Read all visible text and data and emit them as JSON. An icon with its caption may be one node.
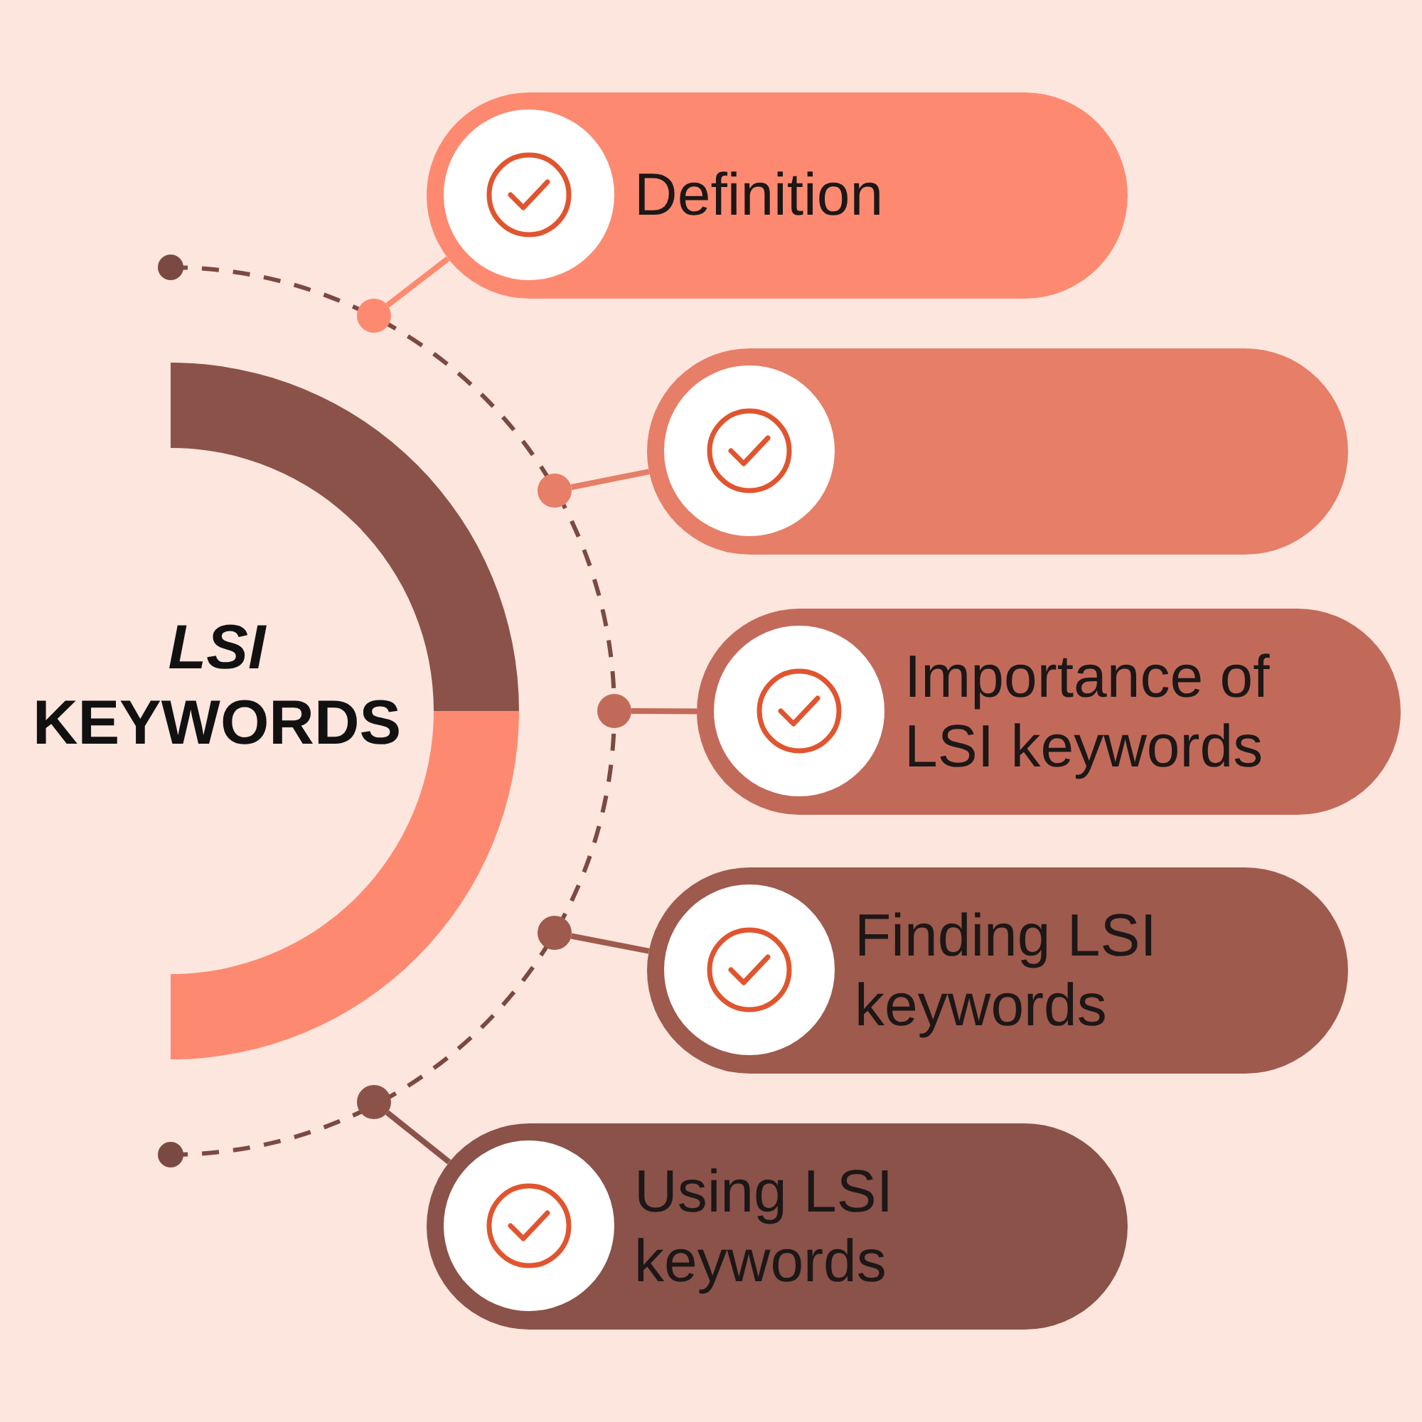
{
  "diagram": {
    "title": "*LSI* KEYWORDS",
    "nodes": [
      {
        "text": [
          "Definition"
        ]
      },
      {
        "text": [],
        "shape": "box"
      },
      {
        "text": [
          "Importance of LSI keywords"
        ]
      },
      {
        "text": [
          "Finding LSI keywords"
        ]
      },
      {
        "text": [
          "Using LSI keywords"
        ]
      },
      {
        "text": [],
        "shape": "circle"
      },
      {
        "text": [],
        "shape": "circle"
      },
      {
        "text": [],
        "shape": "circle"
      },
      {
        "text": [],
        "shape": "circle"
      },
      {
        "text": [],
        "shape": "circle"
      }
    ],
    "edges": [
      {
        "from": 5,
        "to": 0,
        "arrow": "none",
        "color": "#fd8a70"
      },
      {
        "from": 6,
        "to": 1,
        "arrow": "none",
        "color": "#e67e68"
      },
      {
        "from": 7,
        "to": 2,
        "arrow": "none",
        "color": "#c26a5a"
      },
      {
        "from": 8,
        "to": 3,
        "arrow": "none",
        "color": "#9e5a4c"
      },
      {
        "from": 9,
        "to": 4,
        "arrow": "none",
        "color": "#8a5249"
      }
    ]
  }
}
